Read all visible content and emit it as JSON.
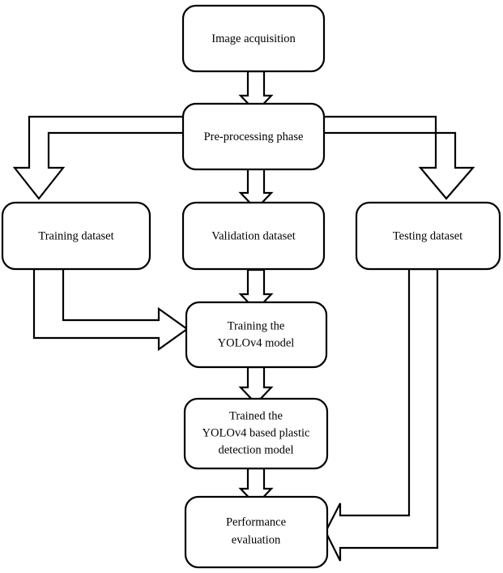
{
  "diagram": {
    "title": "YOLOv4 plastic detection workflow flowchart",
    "background_color": "#ffffff",
    "stroke_color": "#000000",
    "nodes": [
      {
        "id": "image-acquisition",
        "label": "Image acquisition",
        "lines": [
          "Image acquisition"
        ]
      },
      {
        "id": "pre-processing-phase",
        "label": "Pre-processing phase",
        "lines": [
          "Pre-processing phase"
        ]
      },
      {
        "id": "training-dataset",
        "label": "Training dataset",
        "lines": [
          "Training dataset"
        ]
      },
      {
        "id": "validation-dataset",
        "label": "Validation dataset",
        "lines": [
          "Validation dataset"
        ]
      },
      {
        "id": "testing-dataset",
        "label": "Testing dataset",
        "lines": [
          "Testing dataset"
        ]
      },
      {
        "id": "training-yolov4-model",
        "label": "Training the YOLOv4 model",
        "lines": [
          "Training the",
          "YOLOv4 model"
        ]
      },
      {
        "id": "trained-detection-model",
        "label": "Trained the YOLOv4 based plastic detection model",
        "lines": [
          "Trained the",
          "YOLOv4 based plastic",
          "detection model"
        ]
      },
      {
        "id": "performance-evaluation",
        "label": "Performance evaluation",
        "lines": [
          "Performance",
          "evaluation"
        ]
      }
    ],
    "edges": [
      {
        "id": "acq-to-pre",
        "from": "image-acquisition",
        "to": "pre-processing-phase",
        "style": "block-arrow-down"
      },
      {
        "id": "pre-to-training",
        "from": "pre-processing-phase",
        "to": "training-dataset",
        "style": "block-arrow-elbow-left-down"
      },
      {
        "id": "pre-to-validation",
        "from": "pre-processing-phase",
        "to": "validation-dataset",
        "style": "block-arrow-down"
      },
      {
        "id": "pre-to-testing",
        "from": "pre-processing-phase",
        "to": "testing-dataset",
        "style": "block-arrow-elbow-right-down"
      },
      {
        "id": "training-to-model",
        "from": "training-dataset",
        "to": "training-yolov4-model",
        "style": "block-arrow-elbow-down-right"
      },
      {
        "id": "validation-to-model",
        "from": "validation-dataset",
        "to": "training-yolov4-model",
        "style": "block-arrow-down"
      },
      {
        "id": "model-to-trained",
        "from": "training-yolov4-model",
        "to": "trained-detection-model",
        "style": "block-arrow-down"
      },
      {
        "id": "trained-to-eval",
        "from": "trained-detection-model",
        "to": "performance-evaluation",
        "style": "block-arrow-down"
      },
      {
        "id": "testing-to-eval",
        "from": "testing-dataset",
        "to": "performance-evaluation",
        "style": "block-arrow-elbow-down-left"
      }
    ]
  }
}
